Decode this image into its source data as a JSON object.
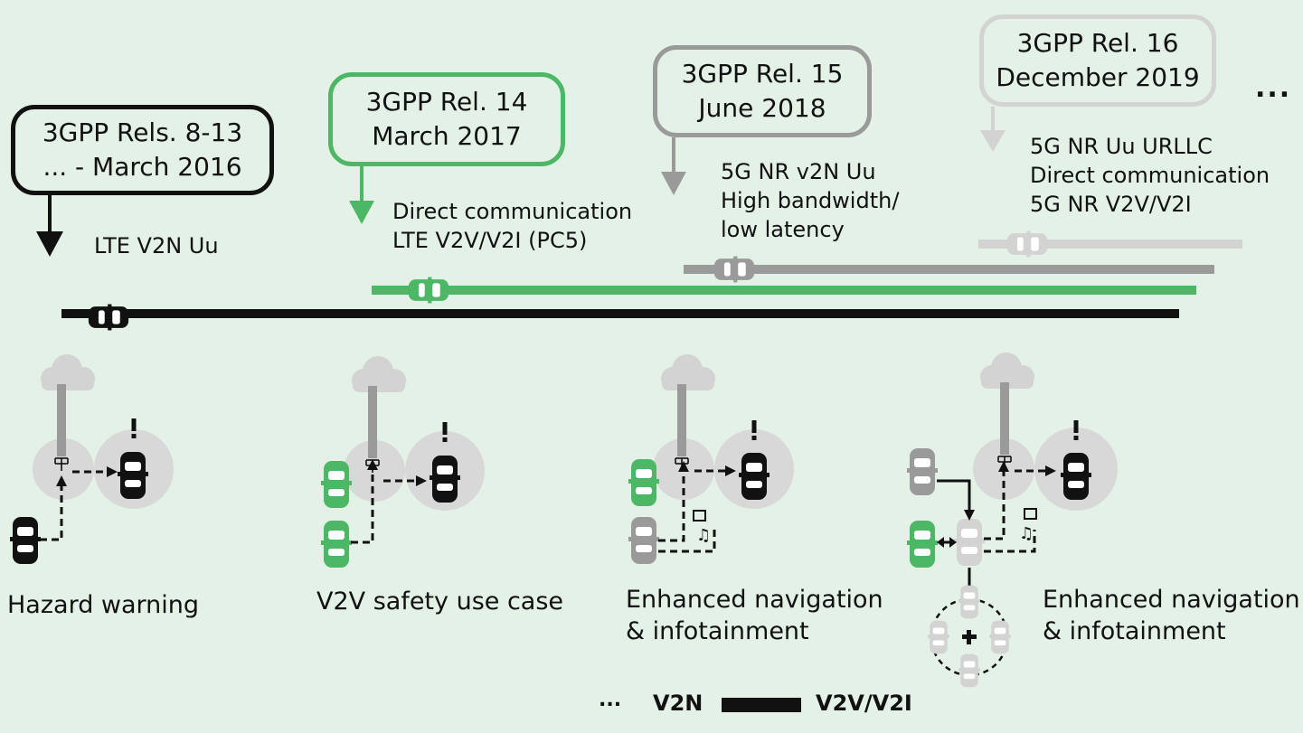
{
  "colors": {
    "background": "#e3f1e6",
    "rel8_13": "#111111",
    "rel14": "#4cb765",
    "rel15": "#9a9a9a",
    "rel16": "#d3d3d3",
    "circle": "#d8d8d8"
  },
  "releases": [
    {
      "line1": "3GPP Rels. 8-13",
      "line2": "... - March 2016",
      "features": [
        "LTE V2N Uu"
      ]
    },
    {
      "line1": "3GPP Rel. 14",
      "line2": "March 2017",
      "features": [
        "Direct communication",
        "LTE V2V/V2I (PC5)"
      ]
    },
    {
      "line1": "3GPP Rel. 15",
      "line2": "June 2018",
      "features": [
        "5G NR v2N Uu",
        "High bandwidth/",
        "low latency"
      ]
    },
    {
      "line1": "3GPP Rel. 16",
      "line2": "December 2019",
      "features": [
        "5G NR Uu URLLC",
        "Direct communication",
        "5G NR V2V/V2I"
      ]
    }
  ],
  "continuation": "...",
  "use_cases": [
    {
      "caption": [
        "Hazard warning"
      ]
    },
    {
      "caption": [
        "V2V safety use case"
      ]
    },
    {
      "caption": [
        "Enhanced navigation",
        "& infotainment"
      ]
    },
    {
      "caption": [
        "Enhanced navigation",
        "& infotainment"
      ]
    }
  ],
  "legend": {
    "dotted_symbol": "...",
    "v2n": "V2N",
    "v2v": "V2V/V2I"
  }
}
